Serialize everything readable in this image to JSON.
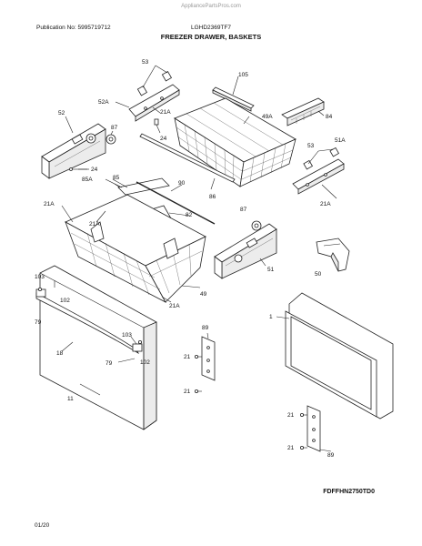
{
  "header": {
    "site": "AppliancePartsPros.com",
    "publication": "Publication No: 5995719712",
    "model": "LGHD2369TF7",
    "title": "FREEZER DRAWER, BASKETS"
  },
  "callouts": {
    "c53a": "53",
    "c52a": "52A",
    "c21a_1": "21A",
    "c52": "52",
    "c87a": "87",
    "c24a": "24",
    "c24b": "24",
    "c105": "105",
    "c49a": "49A",
    "c84": "84",
    "c85a": "85A",
    "c85": "85",
    "c90": "90",
    "c82": "82",
    "c86": "86",
    "c21a_2": "21A",
    "c21a_3": "21A",
    "c53b": "53",
    "c51a": "51A",
    "c21a_4": "21A",
    "c87b": "87",
    "c51": "51",
    "c50": "50",
    "c103a": "103",
    "c102a": "102",
    "c79a": "79",
    "c49": "49",
    "c21a_5": "21A",
    "c1": "1",
    "c89a": "89",
    "c21a": "21",
    "c21b": "21",
    "c103b": "103",
    "c18": "18",
    "c79b": "79",
    "c102b": "102",
    "c11": "11",
    "c21c": "21",
    "c21d": "21",
    "c89b": "89"
  },
  "footer": {
    "diagram_code": "FDFFHN2750TD0",
    "date": "01/20"
  }
}
